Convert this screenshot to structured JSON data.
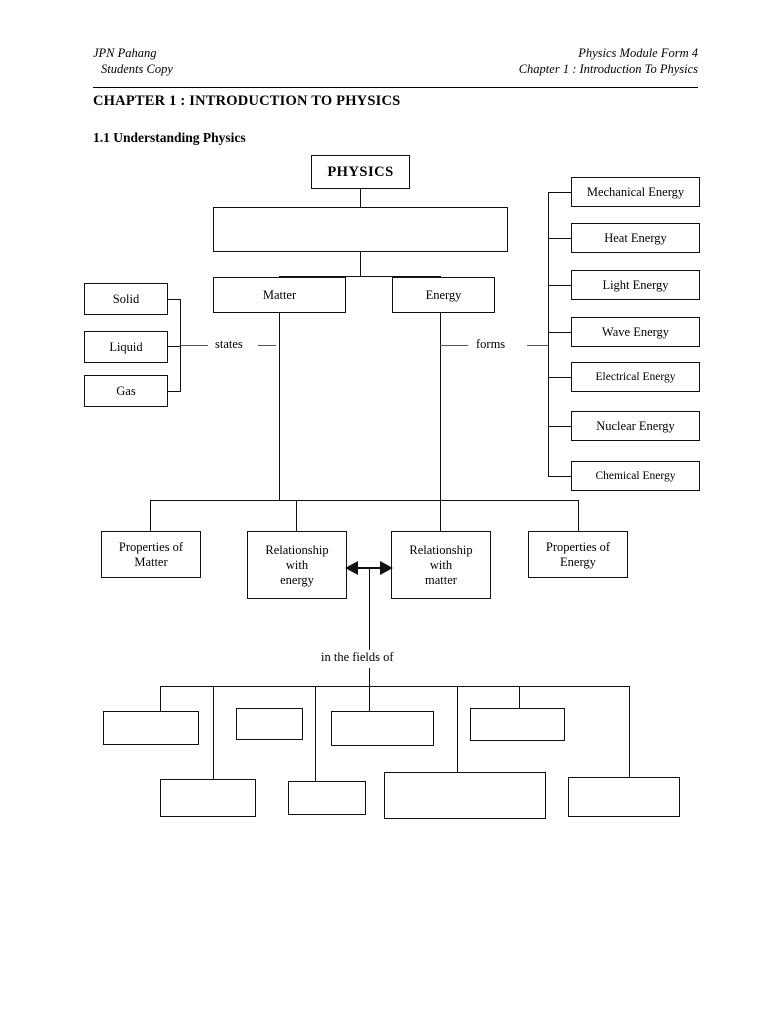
{
  "header": {
    "left_line1": "JPN Pahang",
    "left_line2": "Students Copy",
    "right_line1": "Physics Module Form 4",
    "right_line2": "Chapter 1 : Introduction To Physics"
  },
  "chapter_title": "CHAPTER 1 :  INTRODUCTION TO PHYSICS",
  "section_title": "1.1 Understanding Physics",
  "diagram": {
    "root": "PHYSICS",
    "definition_box": "",
    "branches": [
      {
        "label": "Matter"
      },
      {
        "label": "Energy"
      }
    ],
    "states_label": "states",
    "forms_label": "forms",
    "states": [
      {
        "label": "Solid"
      },
      {
        "label": "Liquid"
      },
      {
        "label": "Gas"
      }
    ],
    "forms": [
      {
        "label": "Mechanical Energy"
      },
      {
        "label": "Heat Energy"
      },
      {
        "label": "Light Energy"
      },
      {
        "label": "Wave Energy"
      },
      {
        "label": "Electrical Energy"
      },
      {
        "label": "Nuclear Energy"
      },
      {
        "label": "Chemical Energy"
      }
    ],
    "relations": [
      {
        "label": "Properties of\nMatter"
      },
      {
        "label": "Relationship\nwith\nenergy"
      },
      {
        "label": "Relationship\nwith\nmatter"
      },
      {
        "label": "Properties of\nEnergy"
      }
    ],
    "fields_label": "in the fields of",
    "fields_upper": [
      {
        "label": ""
      },
      {
        "label": ""
      },
      {
        "label": ""
      },
      {
        "label": ""
      }
    ],
    "fields_lower": [
      {
        "label": ""
      },
      {
        "label": ""
      },
      {
        "label": ""
      },
      {
        "label": ""
      }
    ]
  },
  "colors": {
    "ink": "#111111",
    "paper": "#ffffff"
  }
}
